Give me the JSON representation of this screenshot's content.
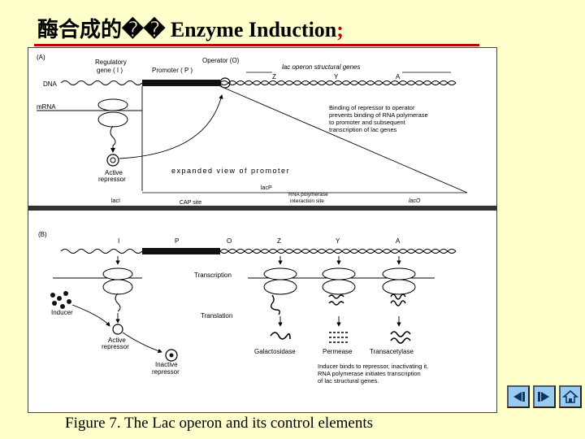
{
  "title": {
    "cn": "酶合成的��",
    "en": "Enzyme Induction",
    "colon": ";"
  },
  "figure": {
    "panel_a": {
      "tag": "(A)",
      "regulatory_gene_line1": "Regulatory",
      "regulatory_gene_line2": "gene ( I )",
      "promoter": "Promoter ( P )",
      "operator": "Operator (O)",
      "structural_genes": "lac operon structural genes",
      "gene_z": "Z",
      "gene_y": "Y",
      "gene_a": "A",
      "dna": "DNA",
      "mrna": "mRNA",
      "binding_note_1": "Binding of repressor to operator",
      "binding_note_2": "prevents binding of RNA polymerase",
      "binding_note_3": "to promoter and subsequent",
      "binding_note_4": "transcription of lac genes",
      "active_repressor_1": "Active",
      "active_repressor_2": "repressor",
      "expanded_view": "expanded view of promoter",
      "lacp": "lacP",
      "laci": "lacI",
      "cap_site": "CAP site",
      "rnap_site_1": "RNA polymerase",
      "rnap_site_2": "interaction site",
      "laco": "lacO"
    },
    "panel_b": {
      "tag": "(B)",
      "gene_i": "I",
      "gene_p": "P",
      "gene_o": "O",
      "gene_z": "Z",
      "gene_y": "Y",
      "gene_a": "A",
      "transcription": "Transcription",
      "translation": "Translation",
      "inducer": "Inducer",
      "active_repressor_1": "Active",
      "active_repressor_2": "repressor",
      "inactive_repressor_1": "Inactive",
      "inactive_repressor_2": "repressor",
      "galactosidase": "Galactosidase",
      "permease": "Permease",
      "transacetylase": "Transacetylase",
      "inducer_note_1": "Inducer binds to repressor, inactivating it.",
      "inducer_note_2": "RNA polymerase initiates transcription",
      "inducer_note_3": "of lac structural genes."
    }
  },
  "caption": "Figure 7. The Lac operon and its control elements",
  "nav": {
    "icons": [
      "previous-slide-icon",
      "next-slide-icon",
      "home-icon"
    ],
    "accent": "#99ccee"
  },
  "colors": {
    "background": "#ffffcc",
    "title_rule": "#c00000"
  }
}
